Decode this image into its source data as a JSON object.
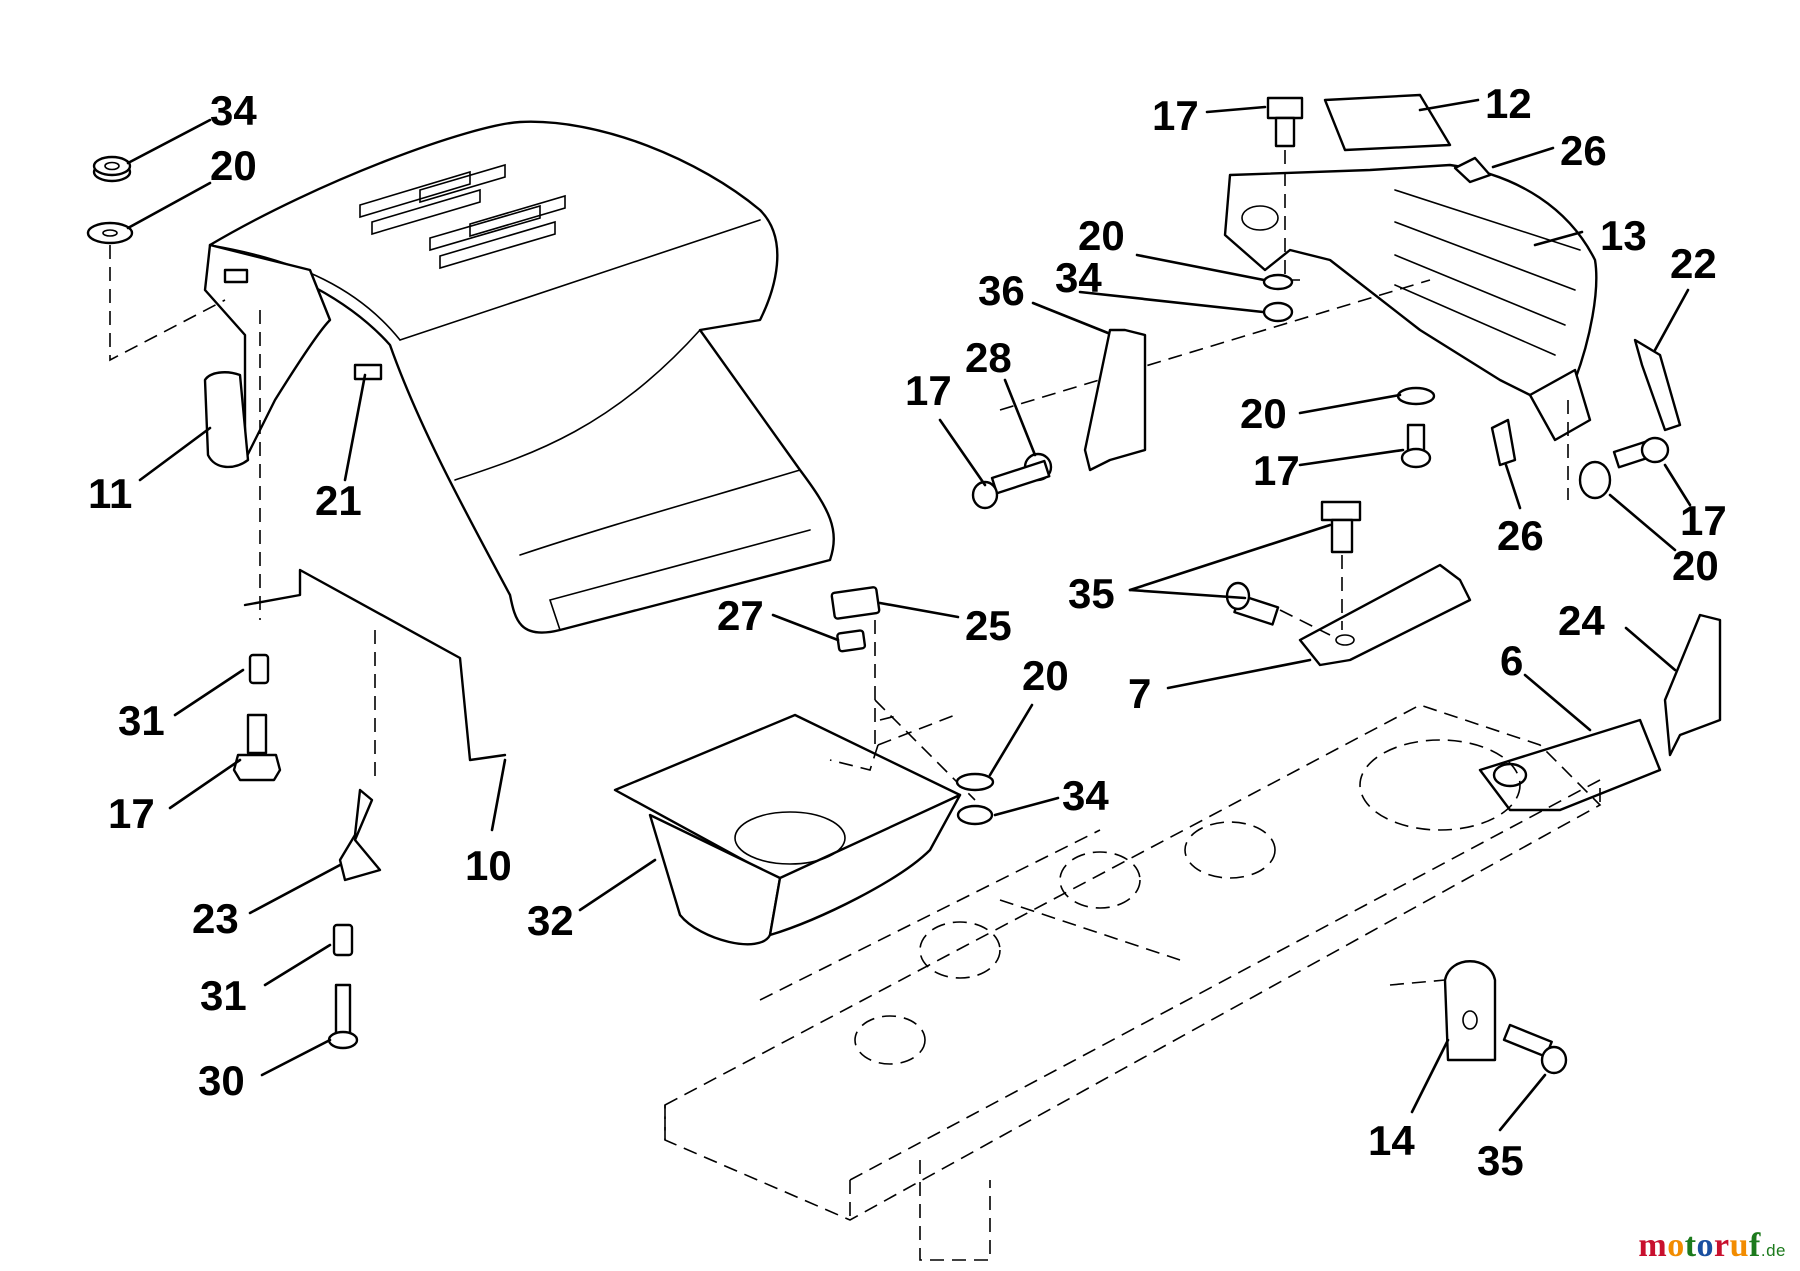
{
  "diagram": {
    "callouts": [
      {
        "id": "c34a",
        "label": "34"
      },
      {
        "id": "c20a",
        "label": "20"
      },
      {
        "id": "c11",
        "label": "11"
      },
      {
        "id": "c21",
        "label": "21"
      },
      {
        "id": "c31a",
        "label": "31"
      },
      {
        "id": "c17a",
        "label": "17"
      },
      {
        "id": "c10",
        "label": "10"
      },
      {
        "id": "c23",
        "label": "23"
      },
      {
        "id": "c31b",
        "label": "31"
      },
      {
        "id": "c30",
        "label": "30"
      },
      {
        "id": "c27",
        "label": "27"
      },
      {
        "id": "c25",
        "label": "25"
      },
      {
        "id": "c32",
        "label": "32"
      },
      {
        "id": "c20b",
        "label": "20"
      },
      {
        "id": "c34b",
        "label": "34"
      },
      {
        "id": "c17b",
        "label": "17"
      },
      {
        "id": "c12",
        "label": "12"
      },
      {
        "id": "c26a",
        "label": "26"
      },
      {
        "id": "c13",
        "label": "13"
      },
      {
        "id": "c22",
        "label": "22"
      },
      {
        "id": "c20c",
        "label": "20"
      },
      {
        "id": "c34c",
        "label": "34"
      },
      {
        "id": "c36",
        "label": "36"
      },
      {
        "id": "c28",
        "label": "28"
      },
      {
        "id": "c17c",
        "label": "17"
      },
      {
        "id": "c20d",
        "label": "20"
      },
      {
        "id": "c17d",
        "label": "17"
      },
      {
        "id": "c26b",
        "label": "26"
      },
      {
        "id": "c17e",
        "label": "17"
      },
      {
        "id": "c20e",
        "label": "20"
      },
      {
        "id": "c35a",
        "label": "35"
      },
      {
        "id": "c7",
        "label": "7"
      },
      {
        "id": "c24",
        "label": "24"
      },
      {
        "id": "c6",
        "label": "6"
      },
      {
        "id": "c14",
        "label": "14"
      },
      {
        "id": "c35b",
        "label": "35"
      }
    ]
  },
  "watermark": {
    "brand": "motoruf",
    "tld": ".de",
    "colors": [
      "#c8102e",
      "#f28c00",
      "#1c7a1c",
      "#1a4fa0"
    ]
  }
}
